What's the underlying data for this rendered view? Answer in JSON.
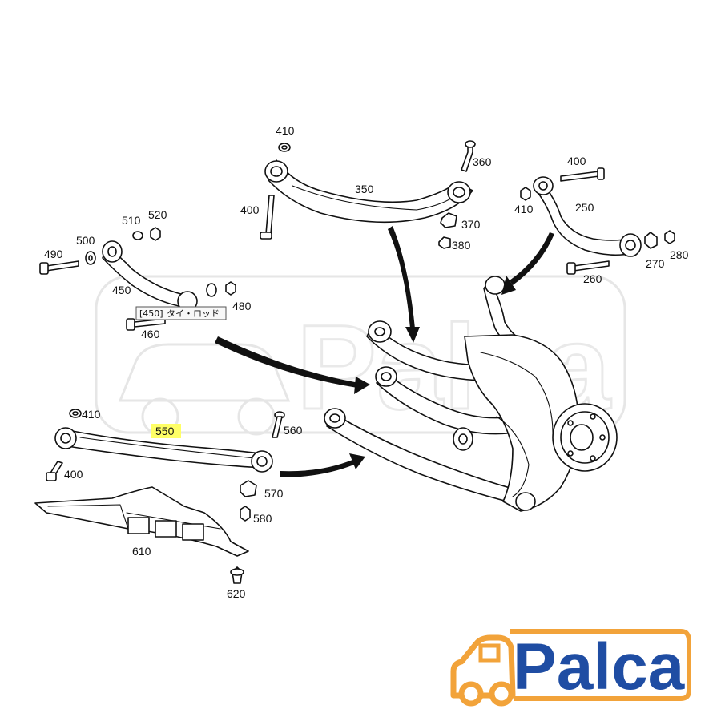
{
  "diagram": {
    "part_numbers": {
      "p410_top": "410",
      "p360": "360",
      "p350": "350",
      "p400_top": "400",
      "p370": "370",
      "p380": "380",
      "p400_right": "400",
      "p410_right": "410",
      "p250": "250",
      "p270": "270",
      "p280": "280",
      "p260": "260",
      "p510": "510",
      "p520": "520",
      "p500": "500",
      "p490": "490",
      "p450": "450",
      "p480": "480",
      "p460": "460",
      "p410_bottom": "410",
      "p550": "550",
      "p560": "560",
      "p400_bottom": "400",
      "p570": "570",
      "p580": "580",
      "p610": "610",
      "p620": "620"
    },
    "tooltip": {
      "code": "[450]",
      "label": "タイ・ロッド"
    },
    "highlight_color": "#ffff66"
  },
  "brand": {
    "logo_text": "Palca",
    "logo_color": "#1f4da3",
    "accent_color": "#f2a33a",
    "icon": "car-icon"
  }
}
